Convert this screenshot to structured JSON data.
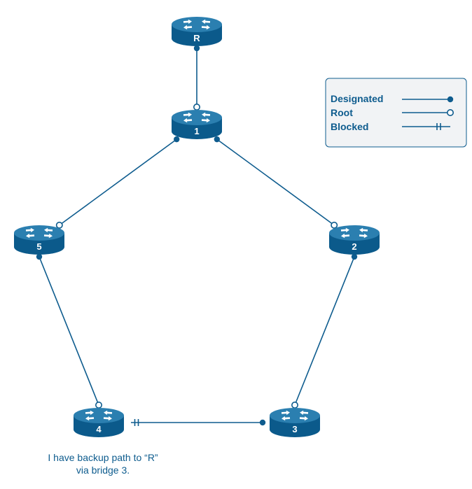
{
  "colors": {
    "router_top": "#2b7fb0",
    "router_side": "#0b5a8b",
    "router_arrow": "#ffffff",
    "link": "#0e5c8e",
    "legend_text": "#0e5c8e",
    "legend_border": "#0e5c8e",
    "legend_bg": "#f1f3f5",
    "note_text": "#0e5c8e"
  },
  "routers": [
    {
      "id": "R",
      "label": "R"
    },
    {
      "id": "1",
      "label": "1"
    },
    {
      "id": "2",
      "label": "2"
    },
    {
      "id": "3",
      "label": "3"
    },
    {
      "id": "4",
      "label": "4"
    },
    {
      "id": "5",
      "label": "5"
    }
  ],
  "links": [
    {
      "from": "R",
      "to": "1",
      "from_port": "designated",
      "to_port": "root"
    },
    {
      "from": "1",
      "to": "5",
      "from_port": "designated",
      "to_port": "root"
    },
    {
      "from": "1",
      "to": "2",
      "from_port": "designated",
      "to_port": "root"
    },
    {
      "from": "2",
      "to": "3",
      "from_port": "designated",
      "to_port": "root"
    },
    {
      "from": "5",
      "to": "4",
      "from_port": "designated",
      "to_port": "root"
    },
    {
      "from": "4",
      "to": "3",
      "from_port": "blocked",
      "to_port": "designated"
    }
  ],
  "legend": {
    "items": [
      {
        "label": "Designated",
        "symbol": "designated"
      },
      {
        "label": "Root",
        "symbol": "root"
      },
      {
        "label": "Blocked",
        "symbol": "blocked"
      }
    ]
  },
  "note": {
    "line1": "I have backup path to “R”",
    "line2": "via bridge 3."
  }
}
